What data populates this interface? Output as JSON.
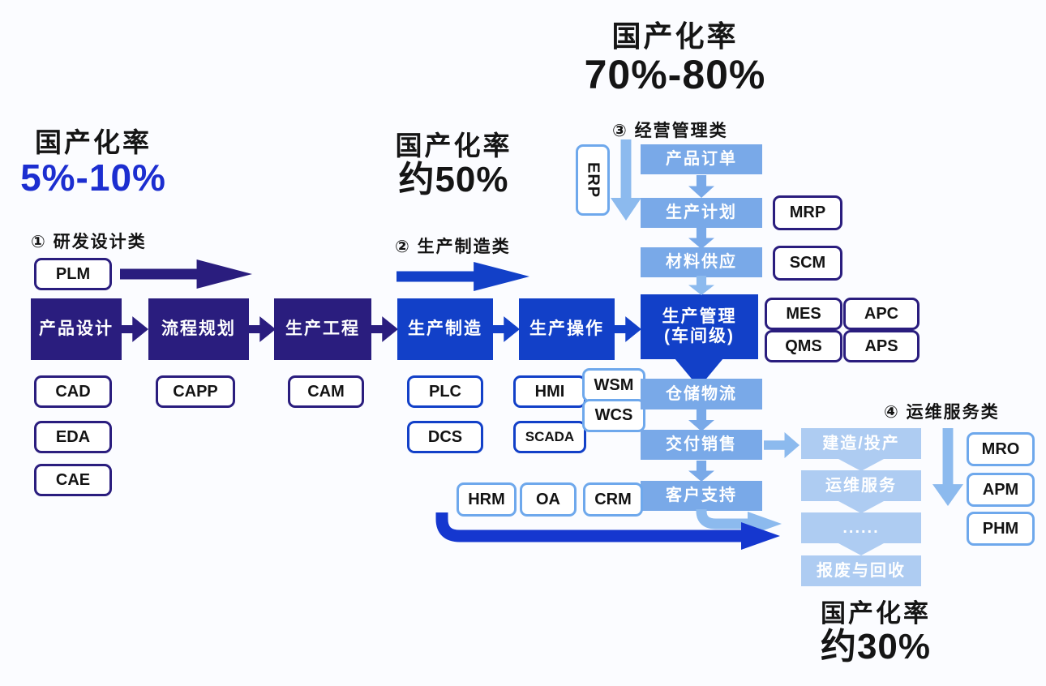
{
  "rates": {
    "left": {
      "title": "国产化率",
      "value": "5%-10%"
    },
    "mid": {
      "title": "国产化率",
      "value": "约50%"
    },
    "top": {
      "title": "国产化率",
      "value": "70%-80%"
    },
    "bottom": {
      "title": "国产化率",
      "value": "约30%"
    }
  },
  "categories": {
    "rd": "① 研发设计类",
    "mfg": "② 生产制造类",
    "mgmt": "③ 经营管理类",
    "ops": "④ 运维服务类"
  },
  "main_flow": {
    "dark": [
      "产品设计",
      "流程规划",
      "生产工程"
    ],
    "blue": [
      "生产制造",
      "生产操作"
    ],
    "mes_box": {
      "line1": "生产管理",
      "line2": "(车间级)"
    }
  },
  "mgmt_flow": [
    "产品订单",
    "生产计划",
    "材料供应"
  ],
  "post_flow": [
    "仓储物流",
    "交付销售",
    "客户支持"
  ],
  "ops_flow": [
    "建造/投产",
    "运维服务",
    "......",
    "报废与回收"
  ],
  "pills": {
    "plm": "PLM",
    "cad": "CAD",
    "eda": "EDA",
    "cae": "CAE",
    "capp": "CAPP",
    "cam": "CAM",
    "plc": "PLC",
    "dcs": "DCS",
    "hmi": "HMI",
    "scada": "SCADA",
    "wsm": "WSM",
    "wcs": "WCS",
    "erp": "ERP",
    "mrp": "MRP",
    "scm": "SCM",
    "mes": "MES",
    "apc": "APC",
    "qms": "QMS",
    "aps": "APS",
    "hrm": "HRM",
    "oa": "OA",
    "crm": "CRM",
    "mro": "MRO",
    "apm": "APM",
    "phm": "PHM"
  },
  "colors": {
    "navy": "#2a1d7e",
    "bright_blue": "#1240c8",
    "medium_blue": "#79a9e8",
    "light_blue_box": "#aeccf2",
    "light_blue_arrow": "#8cbaee",
    "rate_blue_text": "#1c2ed0",
    "background": "#fbfcff"
  }
}
